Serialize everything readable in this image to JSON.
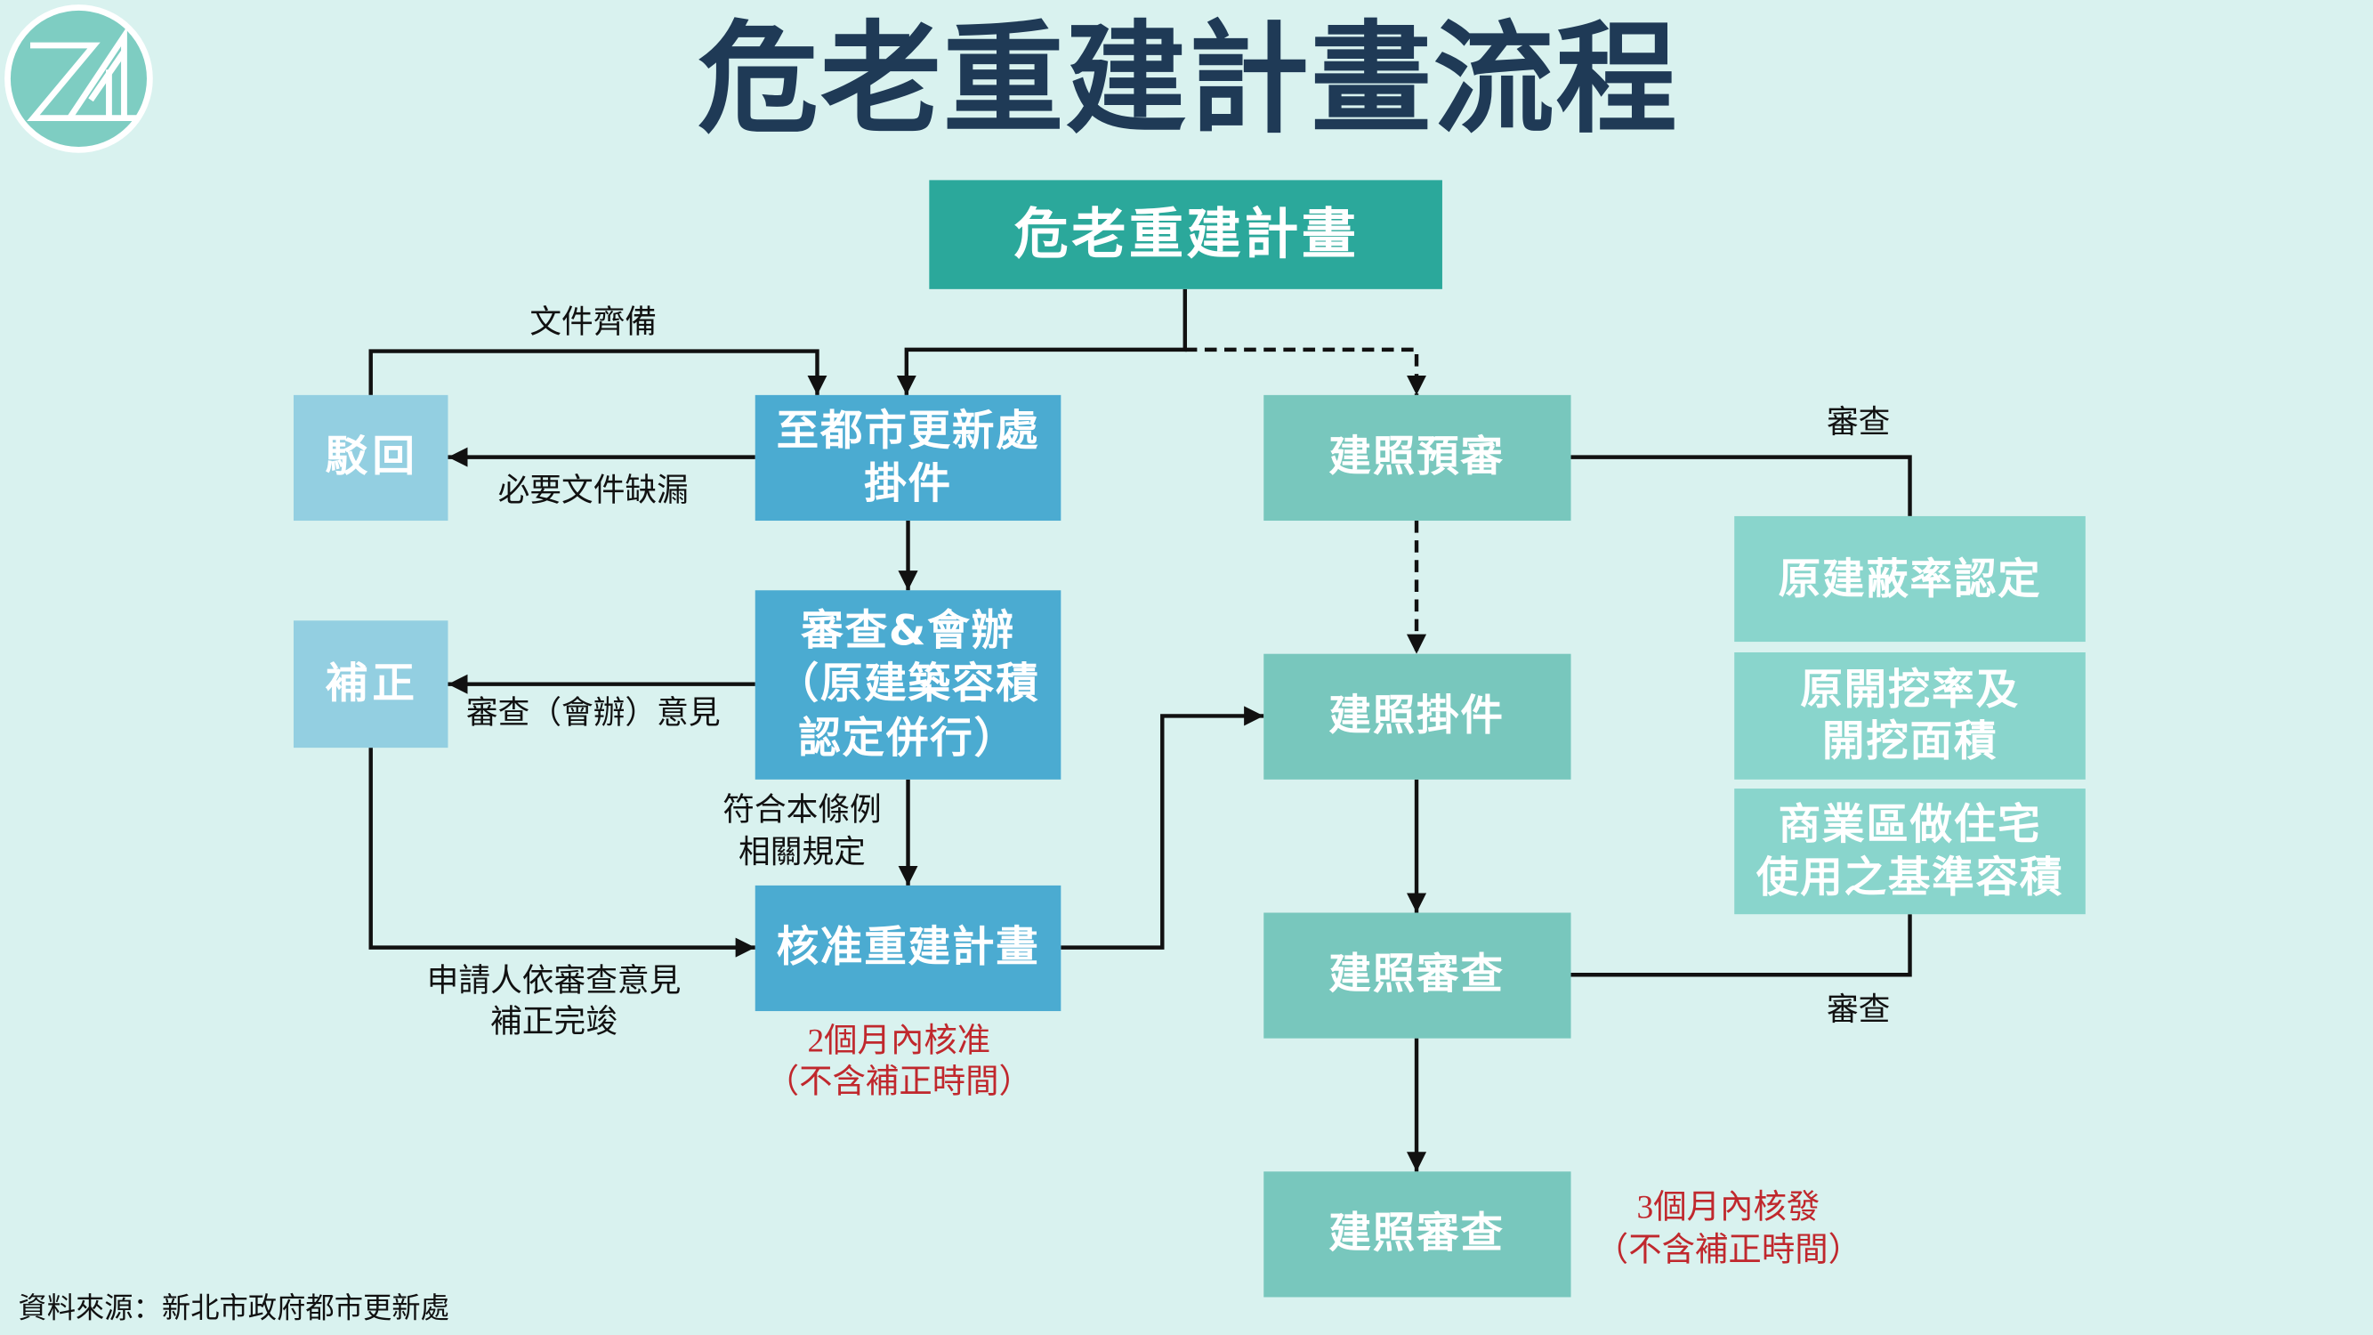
{
  "title": "危老重建計畫流程",
  "logo": {
    "icon": "za-monogram-logo"
  },
  "colors": {
    "background": "#d9f2ef",
    "title": "#1f3a56",
    "plan_box": "#2ba89b",
    "agency_box": "#4babd1",
    "return_box": "#93cfe1",
    "permit_box": "#78c7bd",
    "check_box": "#89d5cc",
    "note_red": "#c0282d",
    "line": "#111111"
  },
  "nodes": {
    "plan": {
      "lines": [
        "危老重建計畫"
      ]
    },
    "reject": {
      "lines": [
        "駁回"
      ]
    },
    "submit": {
      "lines": [
        "至都市更新處",
        "掛件"
      ]
    },
    "pre_review": {
      "lines": [
        "建照預審"
      ]
    },
    "correction": {
      "lines": [
        "補正"
      ]
    },
    "review": {
      "lines": [
        "審查&會辦",
        "（原建築容積",
        "認定併行）"
      ]
    },
    "permit_submit": {
      "lines": [
        "建照掛件"
      ]
    },
    "coverage": {
      "lines": [
        "原建蔽率認定"
      ]
    },
    "excavation": {
      "lines": [
        "原開挖率及",
        "開挖面積"
      ]
    },
    "commercial": {
      "lines": [
        "商業區做住宅",
        "使用之基準容積"
      ]
    },
    "approve": {
      "lines": [
        "核准重建計畫"
      ]
    },
    "permit_review": {
      "lines": [
        "建照審查"
      ]
    },
    "permit_issue": {
      "lines": [
        "建照審查"
      ]
    }
  },
  "edges": {
    "docs_complete": "文件齊備",
    "docs_missing": "必要文件缺漏",
    "review_comments": "審查（會辦）意見",
    "compliant": [
      "符合本條例",
      "相關規定"
    ],
    "corrected": [
      "申請人依審查意見",
      "補正完竣"
    ],
    "review_top": "審查",
    "review_bottom": "審查"
  },
  "notes": {
    "plan_deadline": [
      "2個月內核准",
      "（不含補正時間）"
    ],
    "permit_deadline": [
      "3個月內核發",
      "（不含補正時間）"
    ]
  },
  "source": "資料來源：新北市政府都市更新處"
}
